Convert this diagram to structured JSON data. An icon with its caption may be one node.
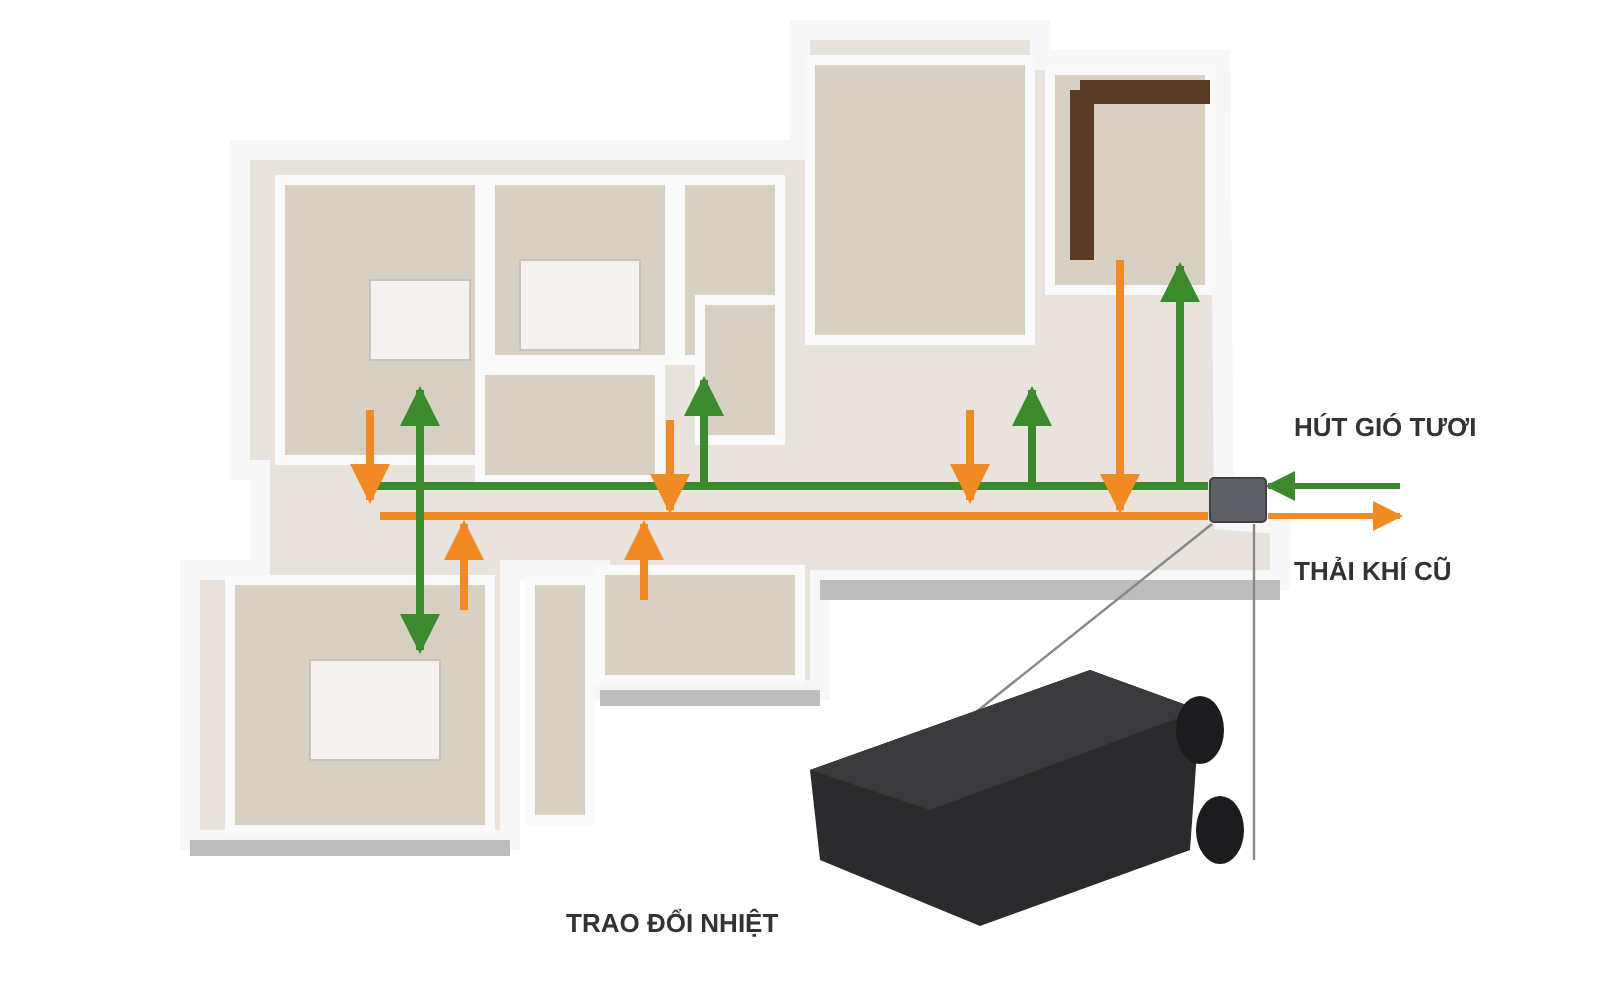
{
  "diagram": {
    "nodes": [
      {
        "text": [],
        "shape": "box"
      },
      {
        "text": [],
        "shape": "picture"
      }
    ],
    "edges": [
      {
        "from": 0,
        "to": 1,
        "arrow": "none"
      },
      {
        "from": 0,
        "to": 1,
        "arrow": "none"
      },
      {
        "from": null,
        "to": 0,
        "arrow": "to",
        "style": "thick",
        "color": "#3c8a2e"
      },
      {
        "from": 0,
        "to": null,
        "arrow": "to",
        "style": "thick",
        "color": "#f08a24"
      }
    ],
    "labels": [
      "HÚT GIÓ TƯƠI",
      "THẢI KHÍ CŨ",
      "TRAO ĐỔI NHIỆT"
    ]
  }
}
